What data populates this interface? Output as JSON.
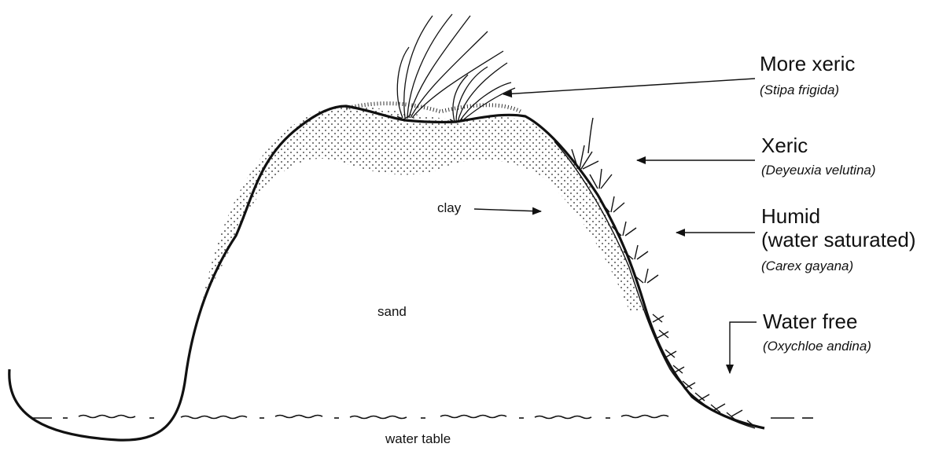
{
  "labels": {
    "clay": "clay",
    "sand": "sand",
    "water_table": "water table"
  },
  "zones": [
    {
      "title": "More xeric",
      "species": "(Stipa frigida)"
    },
    {
      "title": "Xeric",
      "species": "(Deyeuxia velutina)"
    },
    {
      "title": "Humid",
      "title2": "(water saturated)",
      "species": "(Carex gayana)"
    },
    {
      "title": "Water free",
      "species": "(Oxychloe andina)"
    }
  ],
  "colors": {
    "ink": "#111111",
    "background": "#ffffff"
  }
}
